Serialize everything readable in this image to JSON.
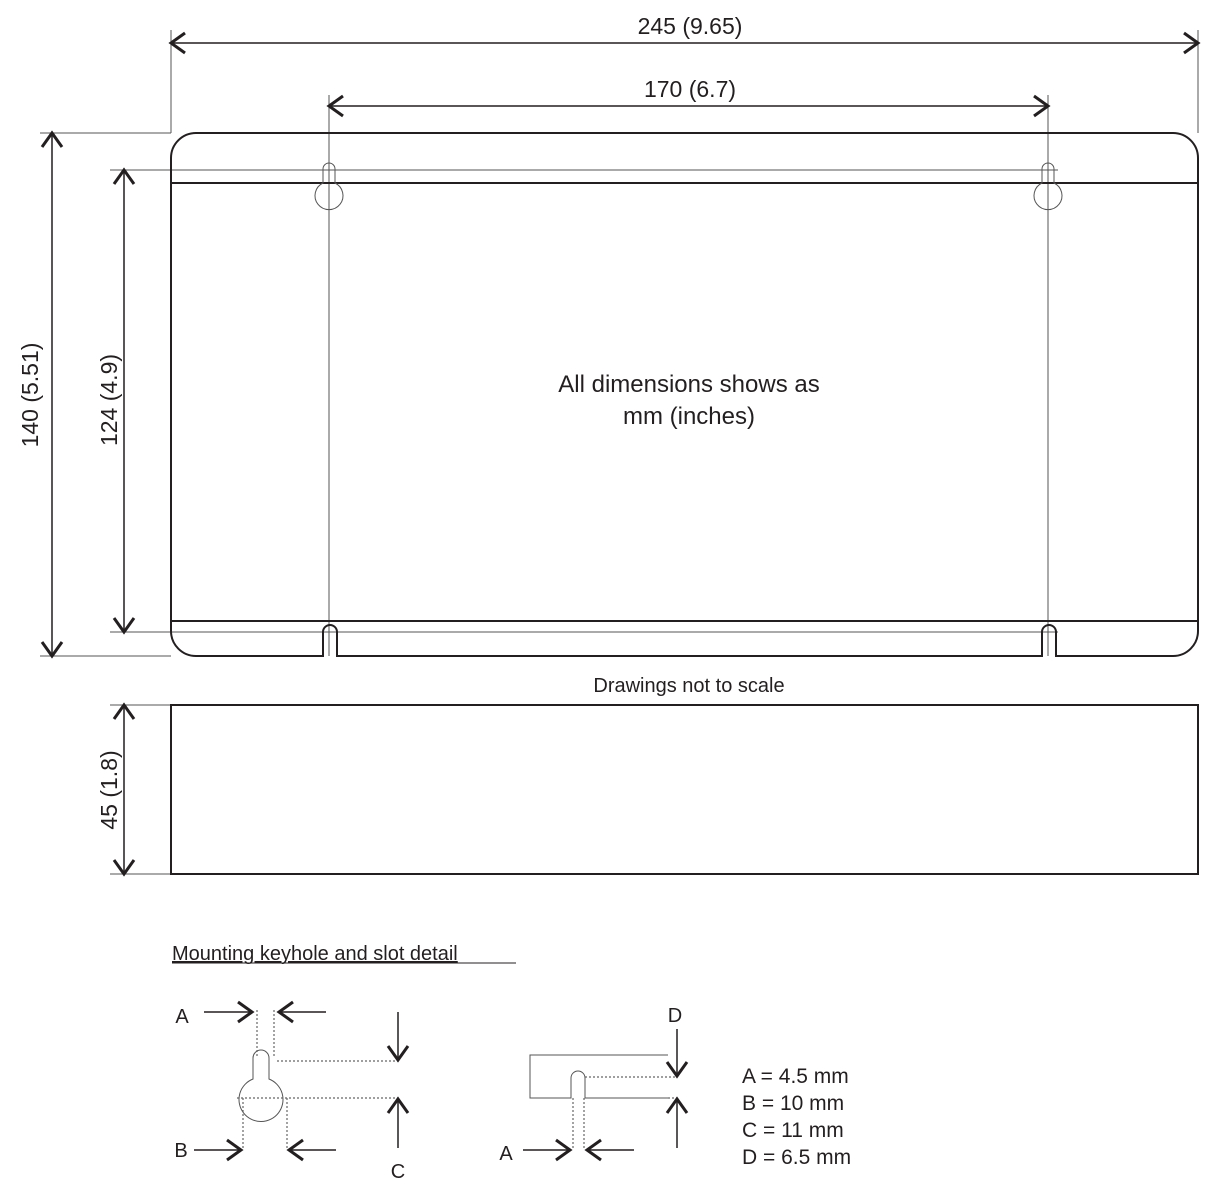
{
  "dimensions": {
    "width_overall": "245 (9.65)",
    "hole_spacing": "170 (6.7)",
    "height_overall": "140 (5.51)",
    "hole_height": "124 (4.9)",
    "depth": "45 (1.8)"
  },
  "notes": {
    "units_line1": "All dimensions shows as",
    "units_line2": "mm (inches)",
    "scale": "Drawings not to scale"
  },
  "detail": {
    "title": "Mounting keyhole and slot detail",
    "labels": {
      "a": "A",
      "b": "B",
      "c": "C",
      "d": "D"
    },
    "legend": [
      "A = 4.5 mm",
      "B = 10 mm",
      "C = 11 mm",
      "D = 6.5 mm"
    ]
  }
}
